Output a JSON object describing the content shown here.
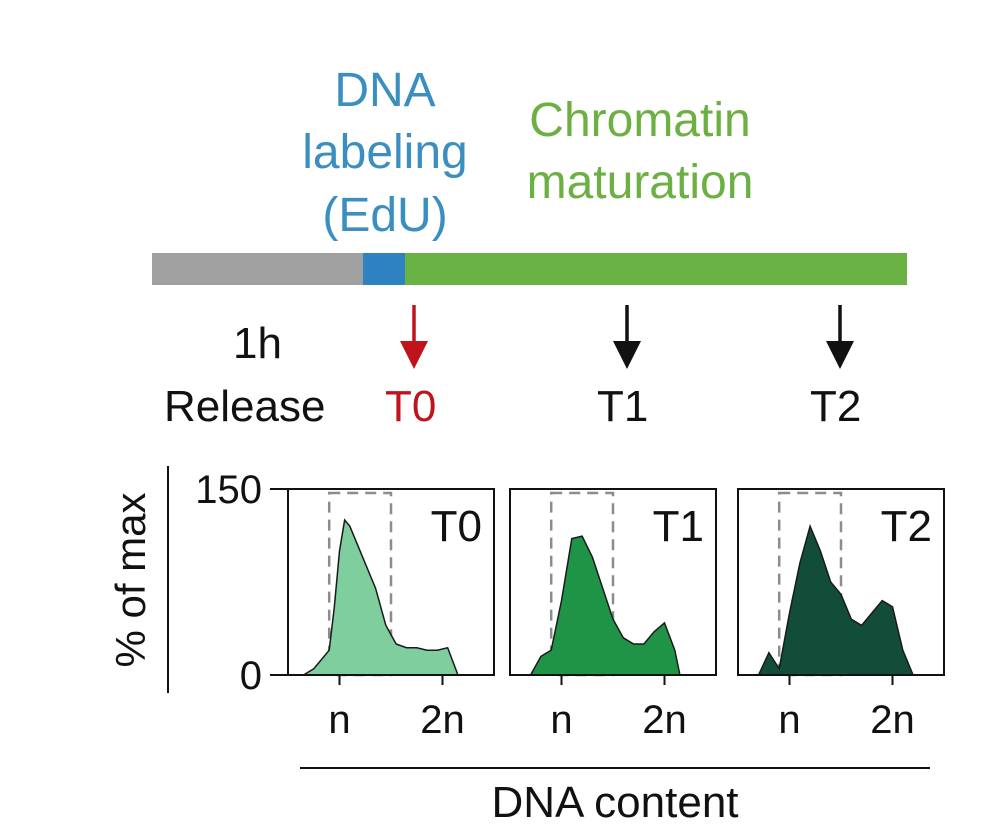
{
  "phases": {
    "dna_labeling": {
      "lines": [
        "DNA",
        "labeling",
        "(EdU)"
      ],
      "color": "#2e82c2"
    },
    "chromatin_maturation": {
      "lines": [
        "Chromatin",
        "maturation"
      ],
      "color": "#6ab244"
    },
    "release_color": "#a0a0a0"
  },
  "timeline": {
    "release": {
      "line1": "1h",
      "line2": "Release"
    },
    "timepoints": [
      {
        "label": "T0",
        "color": "#c0141c"
      },
      {
        "label": "T1",
        "color": "#111111"
      },
      {
        "label": "T2",
        "color": "#111111"
      }
    ]
  },
  "chart_data": {
    "type": "area",
    "y_axis": {
      "label": "% of max",
      "ticks": [
        150,
        0
      ],
      "ylim": [
        0,
        150
      ]
    },
    "x_axis": {
      "label": "DNA content",
      "ticks": [
        "n",
        "2n"
      ]
    },
    "gate": "dashed box around n peak",
    "panels": [
      {
        "title": "T0",
        "fill": "#7ecf9d",
        "x": [
          0.65,
          0.75,
          0.8,
          0.9,
          0.95,
          1.0,
          1.05,
          1.1,
          1.15,
          1.25,
          1.35,
          1.45,
          1.55,
          1.65,
          1.75,
          1.85,
          1.95,
          2.05,
          2.15
        ],
        "y": [
          0,
          5,
          10,
          20,
          55,
          100,
          125,
          120,
          110,
          90,
          70,
          40,
          25,
          22,
          22,
          20,
          20,
          22,
          0
        ]
      },
      {
        "title": "T1",
        "fill": "#1f9447",
        "x": [
          0.7,
          0.8,
          0.9,
          1.0,
          1.1,
          1.2,
          1.3,
          1.4,
          1.5,
          1.6,
          1.7,
          1.8,
          1.9,
          2.0,
          2.1,
          2.15
        ],
        "y": [
          0,
          15,
          20,
          60,
          110,
          112,
          95,
          70,
          45,
          30,
          25,
          25,
          35,
          42,
          20,
          0
        ]
      },
      {
        "title": "T2",
        "fill": "#124d39",
        "x": [
          0.7,
          0.8,
          0.9,
          1.0,
          1.1,
          1.2,
          1.3,
          1.4,
          1.5,
          1.6,
          1.7,
          1.8,
          1.9,
          2.0,
          2.1,
          2.2
        ],
        "y": [
          0,
          18,
          5,
          50,
          90,
          120,
          100,
          75,
          65,
          45,
          40,
          50,
          60,
          55,
          20,
          0
        ]
      }
    ]
  }
}
